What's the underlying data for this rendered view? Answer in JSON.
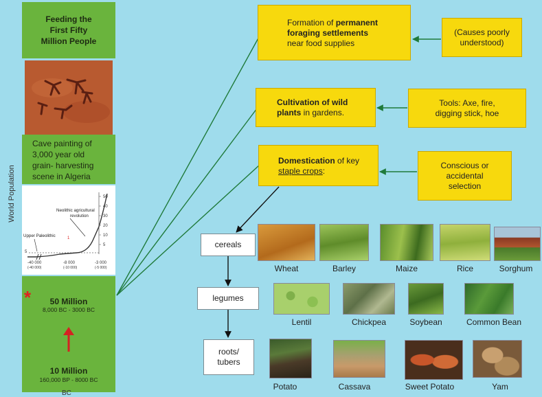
{
  "axis_label": "World Population",
  "left_panel": {
    "title": "Feeding the\nFirst Fifty\nMillion People",
    "cave_caption": "Cave painting of\n3,000 year old\ngrain- harvesting\nscene in Algeria",
    "graph": {
      "annotation_neolithic": "Neolithic agricultural\nrevolution",
      "annotation_upper": "Upper Paleolithic",
      "marker": "1",
      "yticks": [
        "50",
        "40",
        "30",
        "20",
        "10",
        "5"
      ],
      "xticks": [
        "-40 000",
        "-8 000",
        "-3 000"
      ],
      "xticks_sub": [
        "(-40 000)",
        "(-10 000)",
        "(-5 000)"
      ],
      "ytick_left": "5"
    },
    "marker_star": "*",
    "pop_50": "50 Million",
    "pop_50_range": "8,000 BC - 3000 BC",
    "pop_10": "10 Million",
    "pop_10_range": "160,000 BP - 8000 BC",
    "bottom_cut": "BC"
  },
  "stages": [
    {
      "pre": "Formation of ",
      "bold": "permanent\nforaging settlements",
      "post": "\nnear food supplies"
    },
    {
      "bold": "Cultivation of wild\nplants",
      "post": " in gardens."
    },
    {
      "bold": "Domestication",
      "post": " of key\n",
      "underline": "staple crops",
      "tail": ":"
    }
  ],
  "causes": [
    "(Causes poorly\nunderstood)",
    "Tools: Axe, fire,\ndigging stick, hoe",
    "Conscious or\naccidental\nselection"
  ],
  "categories": [
    "cereals",
    "legumes",
    "roots/\ntubers"
  ],
  "crops": {
    "cereals": [
      "Wheat",
      "Barley",
      "Maize",
      "Rice",
      "Sorghum"
    ],
    "legumes": [
      "Lentil",
      "Chickpea",
      "Soybean",
      "Common Bean"
    ],
    "roots": [
      "Potato",
      "Cassava",
      "Sweet Potato",
      "Yam"
    ]
  },
  "colors": {
    "background": "#9fdcec",
    "green": "#6ab43d",
    "yellow": "#f7d90d",
    "arrow_green": "#1f7a3a",
    "arrow_red": "#d52222"
  }
}
